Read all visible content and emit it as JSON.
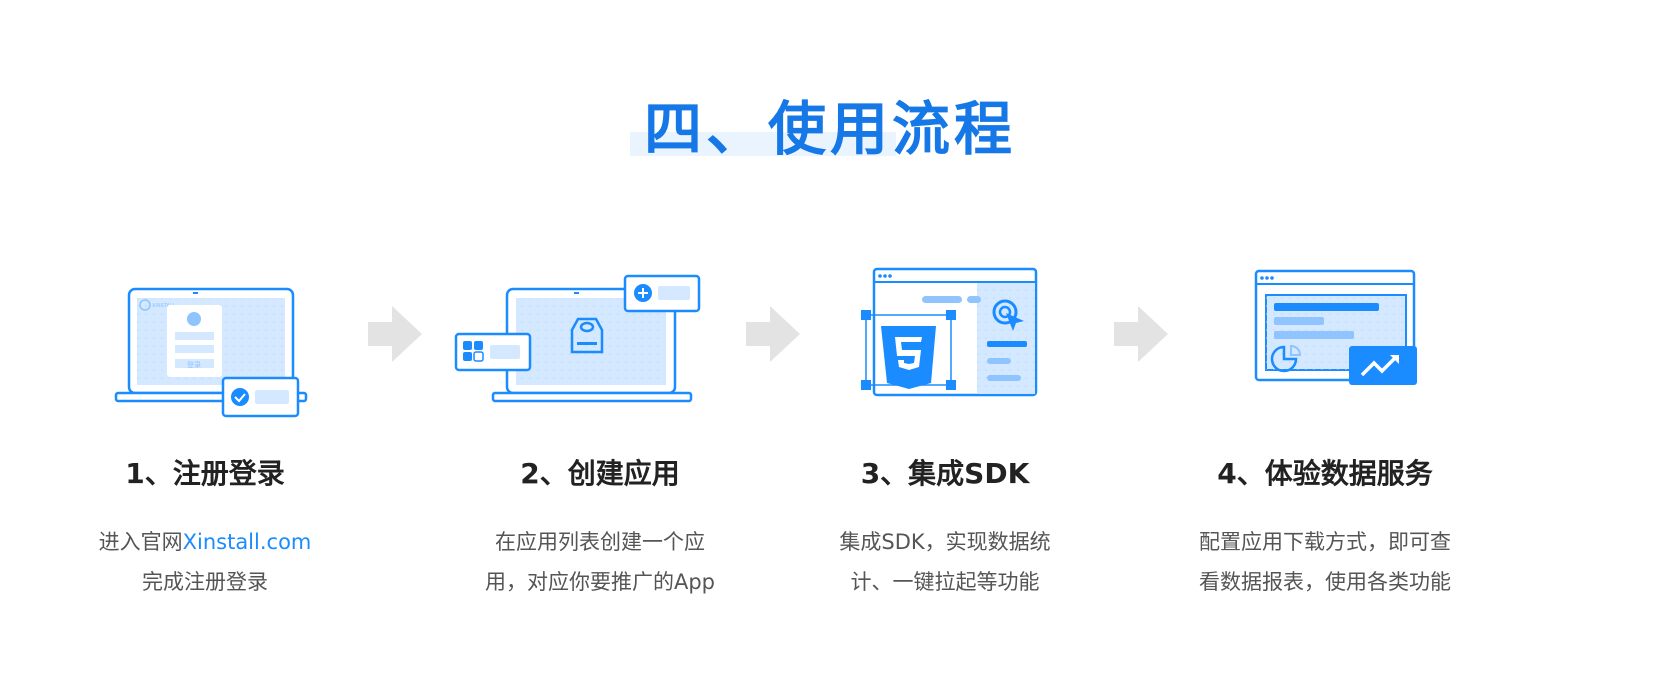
{
  "title": "四、使用流程",
  "colors": {
    "primary": "#1a8cff",
    "light": "#d4e8ff",
    "mid": "#8fc4ff",
    "arrow": "#e3e3e3"
  },
  "illustration1": {
    "logo_text": "XINSTALL",
    "login_button": "登录"
  },
  "steps": [
    {
      "title": "1、注册登录",
      "desc_line1_prefix": "进入官网",
      "desc_line1_link": "Xinstall.com",
      "desc_line2": "完成注册登录",
      "icon": "laptop-login-icon"
    },
    {
      "title": "2、创建应用",
      "desc_line1": "在应用列表创建一个应",
      "desc_line2": "用，对应你要推广的App",
      "icon": "laptop-create-app-icon"
    },
    {
      "title": "3、集成SDK",
      "desc_line1": "集成SDK，实现数据统",
      "desc_line2": "计、一键拉起等功能",
      "icon": "html5-sdk-icon"
    },
    {
      "title": "4、体验数据服务",
      "desc_line1": "配置应用下载方式，即可查",
      "desc_line2": "看数据报表，使用各类功能",
      "icon": "data-report-icon"
    }
  ]
}
